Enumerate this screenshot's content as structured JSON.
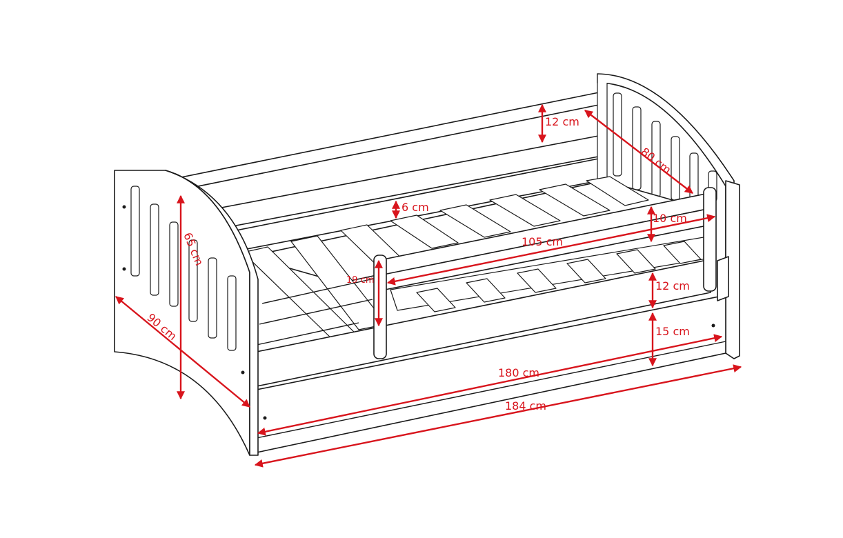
{
  "colors": {
    "outline": "#1a1a1a",
    "dimension": "#d8141c",
    "background": "#ffffff"
  },
  "dimensions": {
    "height": "65 cm",
    "width": "90 cm",
    "top_rail": "12 cm",
    "mattress_width": "80 cm",
    "slat_width": "6 cm",
    "guard_rail": "10 cm",
    "guard_length": "105 cm",
    "guard_height": "19 cm",
    "front_panel": "12 cm",
    "drawer_height": "15 cm",
    "inner_length": "180 cm",
    "outer_length": "184 cm"
  }
}
